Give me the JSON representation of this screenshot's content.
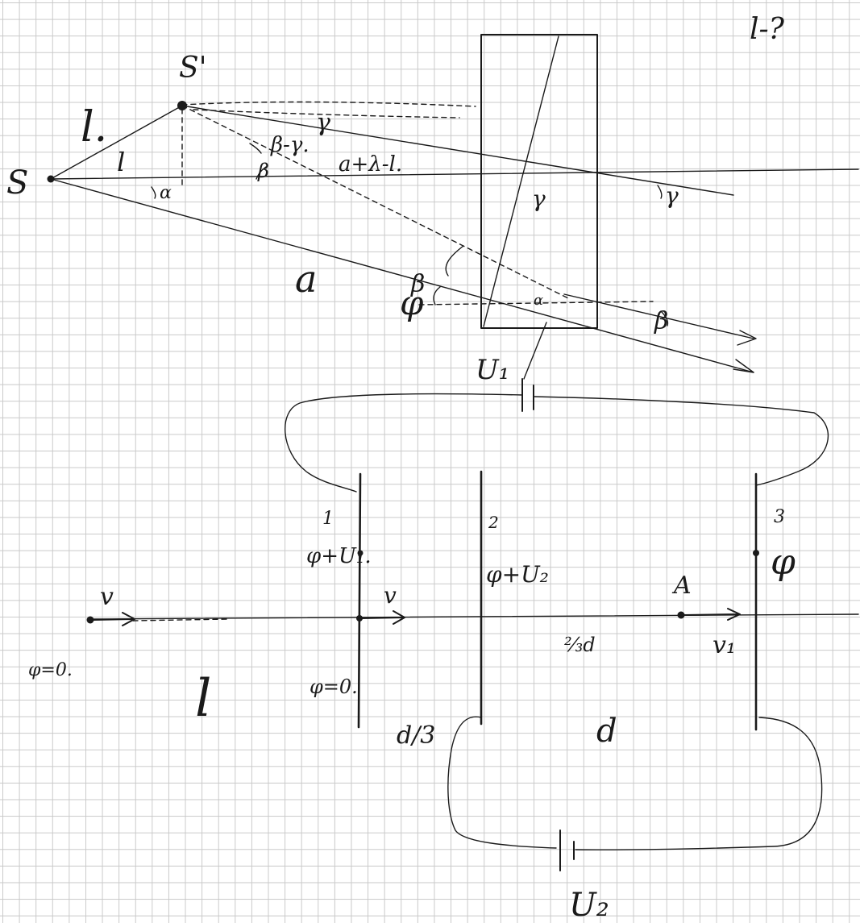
{
  "optics": {
    "question": "l-?",
    "source": "S",
    "image": "S'",
    "dist_l_big": "l.",
    "dist_l": "l",
    "alpha": "α",
    "beta_minus_gamma": "β-γ.",
    "beta": "β",
    "gamma_top": "γ",
    "gamma_mid": "γ",
    "gamma_right": "γ",
    "sum_expr": "a+λ-l.",
    "a_label": "a",
    "phi_left": "φ",
    "prism_beta": "β",
    "alpha_small": "α",
    "beta_right": "β",
    "u1": "U₁"
  },
  "circuit": {
    "plate1_num": "1",
    "plate2_num": "2",
    "plate3_num": "3",
    "pot1": "φ+U₁.",
    "pot2": "φ+U₂",
    "pot3": "φ",
    "zero_left": "φ=0.",
    "zero_plate": "φ=0.",
    "v_left": "v",
    "v1": "v₁",
    "v_crossed": "v",
    "point_a": "A",
    "gap_frac": "⅔d",
    "d_third": "d/3",
    "d_label": "d",
    "l_label": "l",
    "u2": "U₂"
  }
}
